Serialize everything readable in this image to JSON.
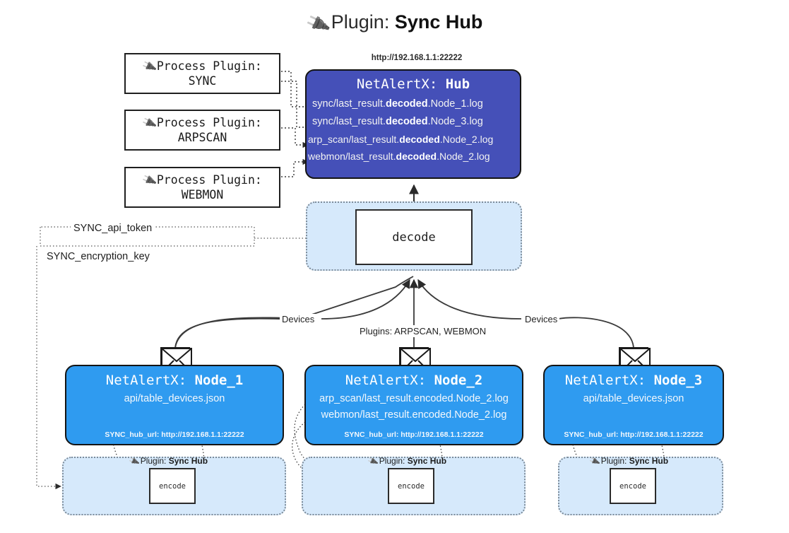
{
  "title": {
    "icon": "plug-icon",
    "prefix": "Plugin: ",
    "name": "Sync Hub"
  },
  "process_plugins": [
    {
      "icon": "plug-icon",
      "line1": "Process Plugin:",
      "line2": "SYNC"
    },
    {
      "icon": "plug-icon",
      "line1": "Process Plugin:",
      "line2": "ARPSCAN"
    },
    {
      "icon": "plug-icon",
      "line1": "Process Plugin:",
      "line2": "WEBMON"
    }
  ],
  "hub": {
    "url": "http://192.168.1.1:22222",
    "title_prefix": "NetAlertX: ",
    "title_name": "Hub",
    "logs": [
      {
        "pre": "sync/last_result.",
        "mid": "decoded",
        "post": ".Node_1.log"
      },
      {
        "pre": "sync/last_result.",
        "mid": "decoded",
        "post": ".Node_3.log"
      },
      {
        "pre": "arp_scan/last_result.",
        "mid": "decoded",
        "post": ".Node_2.log"
      },
      {
        "pre": "webmon/last_result.",
        "mid": "decoded",
        "post": ".Node_2.log"
      }
    ]
  },
  "decode": {
    "label": "decode"
  },
  "secrets": [
    {
      "label": "SYNC_api_token"
    },
    {
      "label": "SYNC_encryption_key"
    }
  ],
  "edge_labels": {
    "devices_left": "Devices",
    "devices_right": "Devices",
    "plugins_center": "Plugins: ARPSCAN, WEBMON"
  },
  "nodes": [
    {
      "icon": "envelope-icon",
      "title_prefix": "NetAlertX: ",
      "title_name": "Node_1",
      "lines": [
        "api/table_devices.json"
      ],
      "footer": "SYNC_hub_url: http://192.168.1.1:22222",
      "plugin_label_prefix": "Plugin: ",
      "plugin_label_name": "Sync Hub",
      "encode_label": "encode"
    },
    {
      "icon": "envelope-icon",
      "title_prefix": "NetAlertX: ",
      "title_name": "Node_2",
      "lines": [
        "arp_scan/last_result.encoded.Node_2.log",
        "webmon/last_result.encoded.Node_2.log"
      ],
      "footer": "SYNC_hub_url: http://192.168.1.1:22222",
      "plugin_label_prefix": "Plugin: ",
      "plugin_label_name": "Sync Hub",
      "encode_label": "encode"
    },
    {
      "icon": "envelope-icon",
      "title_prefix": "NetAlertX: ",
      "title_name": "Node_3",
      "lines": [
        "api/table_devices.json"
      ],
      "footer": "SYNC_hub_url: http://192.168.1.1:22222",
      "plugin_label_prefix": "Plugin: ",
      "plugin_label_name": "Sync Hub",
      "encode_label": "encode"
    }
  ],
  "colors": {
    "hub_fill": "#4550b8",
    "node_fill": "#2f9bf0",
    "container_fill": "#d6e9fb",
    "stroke": "#141414",
    "background": "#ffffff"
  }
}
